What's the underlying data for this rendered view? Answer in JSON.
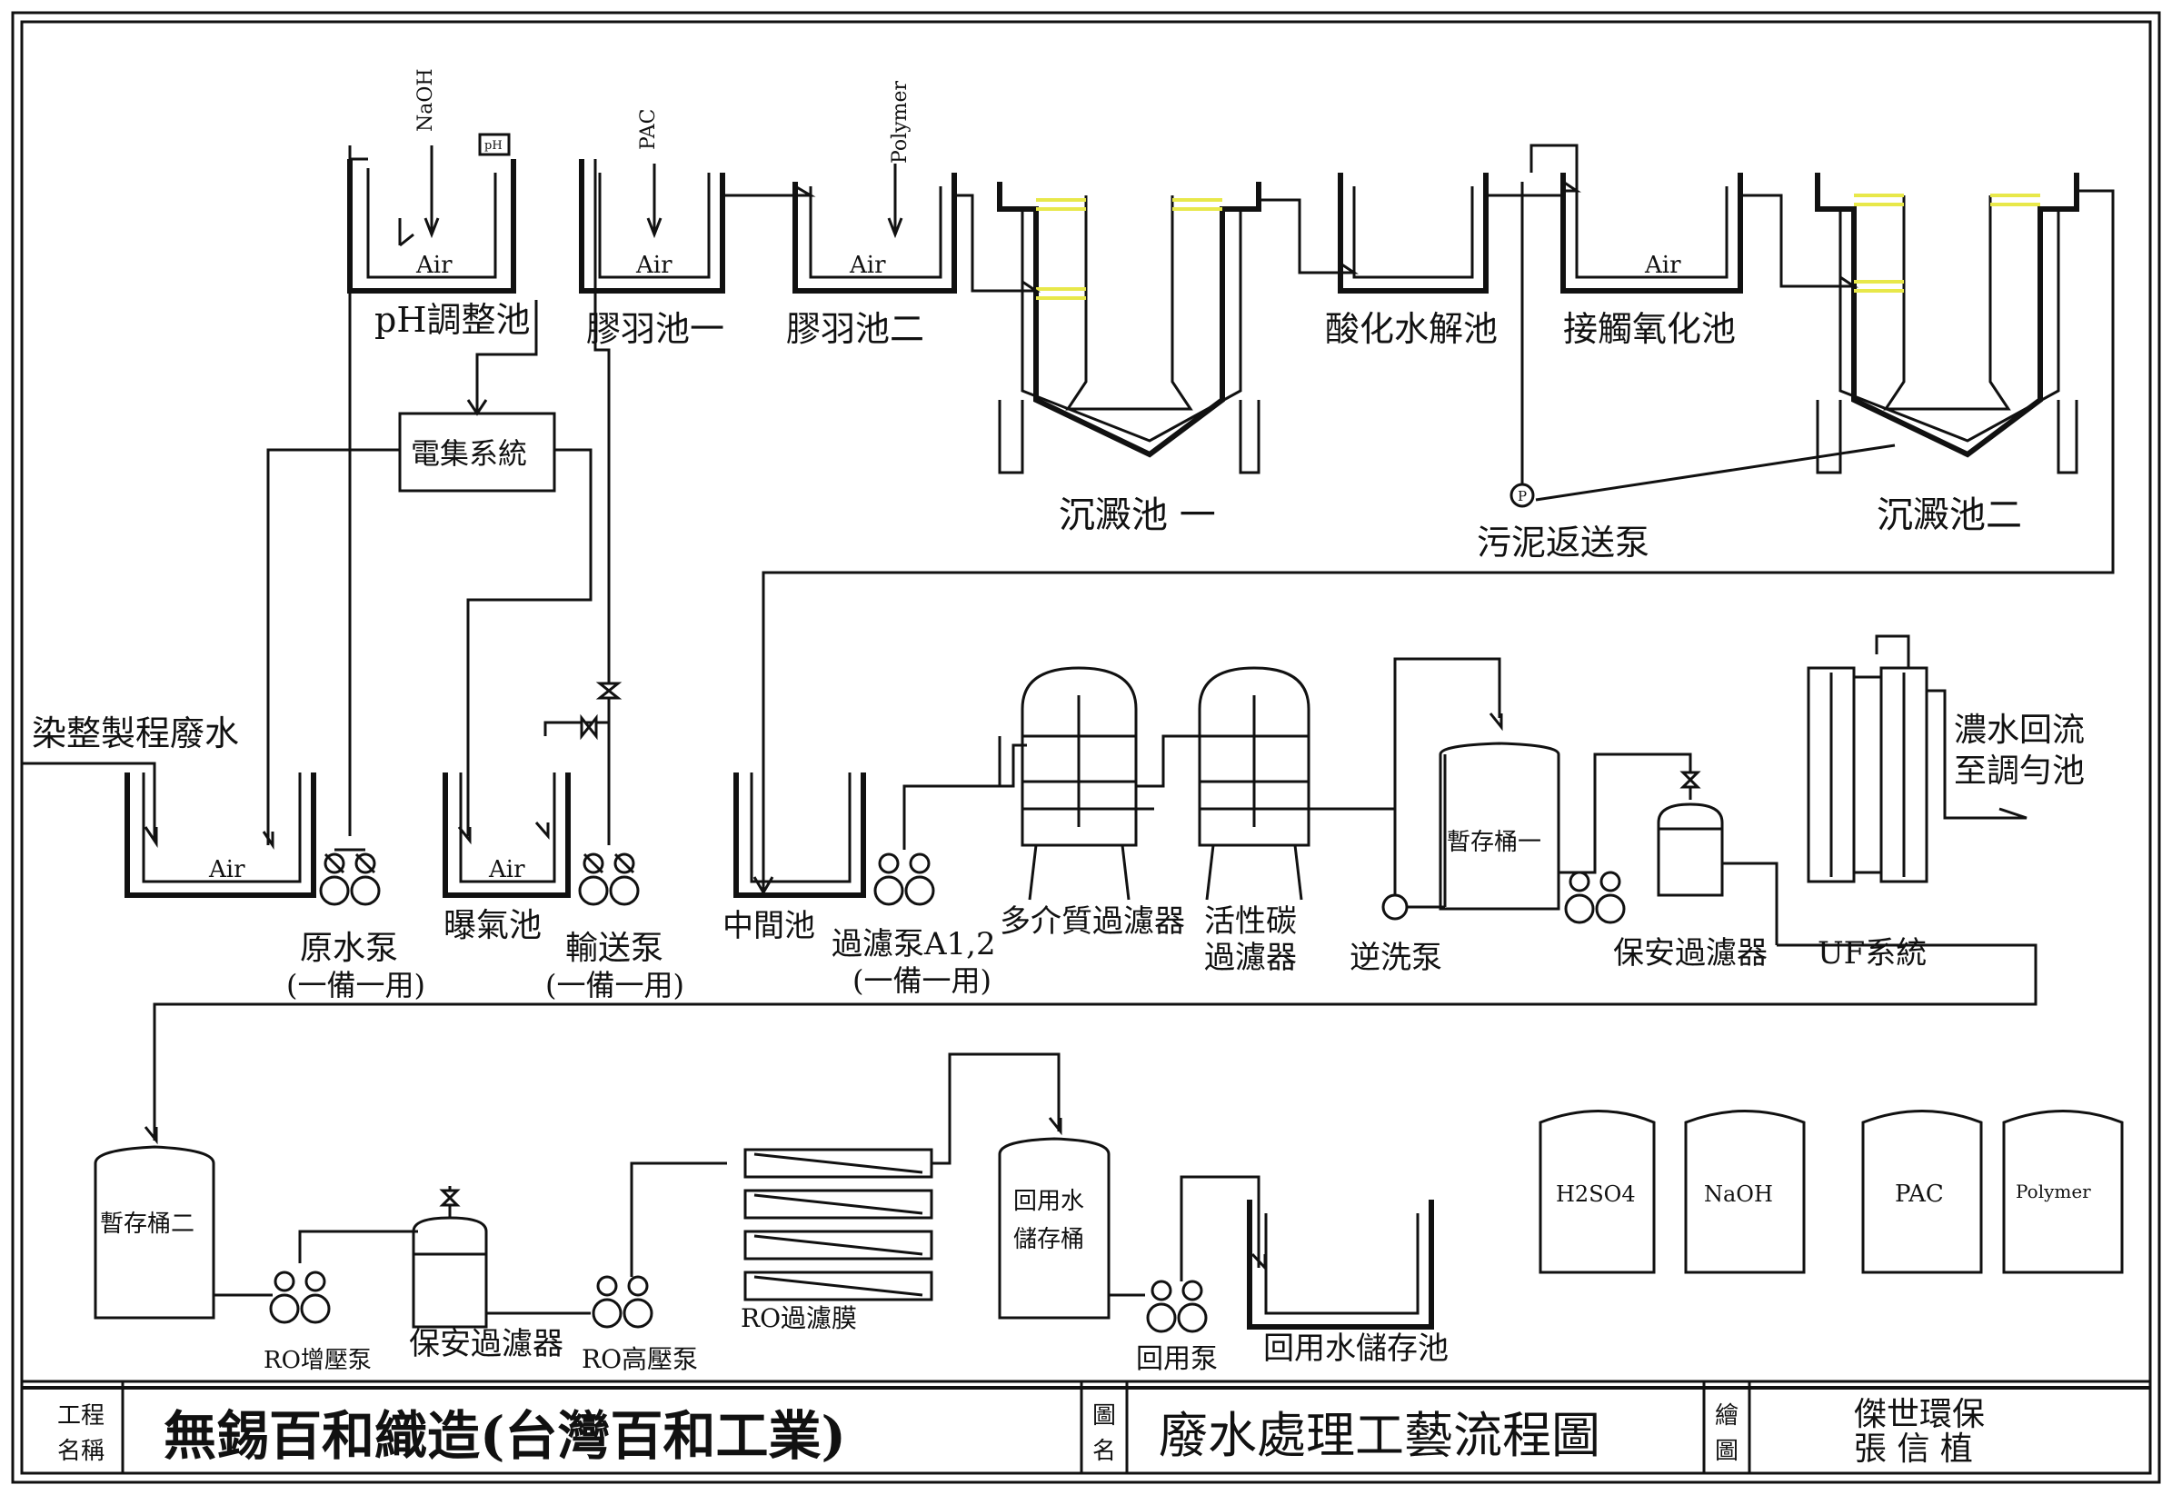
{
  "labels": {
    "ph_tank": "pH調整池",
    "floc1": "膠羽池一",
    "floc2": "膠羽池二",
    "sed1": "沉澱池 一",
    "acid": "酸化水解池",
    "contact": "接觸氧化池",
    "sludge_pump": "污泥返送泵",
    "sed2": "沉澱池二",
    "collect": "電集系統",
    "raw_water": "染整製程廢水",
    "raw_pump": "原水泵",
    "raw_pump_sub": "(一備一用)",
    "aeration": "曝氣池",
    "transfer_pump": "輸送泵",
    "transfer_pump_sub": "(一備一用)",
    "mid_tank": "中間池",
    "filter_pump": "過濾泵A1,2",
    "filter_pump_sub": "(一備一用)",
    "multi_filter": "多介質過濾器",
    "carbon_filter_1": "活性碳",
    "carbon_filter_2": "過濾器",
    "temp_bucket1": "暫存桶一",
    "backwash_pump": "逆洗泵",
    "safety_filter1": "保安過濾器",
    "uf": "UF系統",
    "concentrate_1": "濃水回流",
    "concentrate_2": "至調勻池",
    "temp_bucket2": "暫存桶二",
    "ro_boost": "RO增壓泵",
    "safety_filter2": "保安過濾器",
    "ro_high": "RO高壓泵",
    "ro_membrane": "RO過濾膜",
    "reuse_bucket_1": "回用水",
    "reuse_bucket_2": "儲存桶",
    "reuse_pump": "回用泵",
    "reuse_tank": "回用水儲存池",
    "chem_h2so4": "H2SO4",
    "chem_naoh": "NaOH",
    "chem_pac": "PAC",
    "chem_polymer": "Polymer",
    "dose_naoh": "NaOH",
    "dose_pac": "PAC",
    "dose_polymer": "Polymer",
    "ph_probe": "pH",
    "air": "Air",
    "pump_letter": "P"
  },
  "title_block": {
    "project_label_1": "工程",
    "project_label_2": "名稱",
    "project_name": "無錫百和織造(台灣百和工業)",
    "drawing_label_1": "圖",
    "drawing_label_2": "名",
    "drawing_name": "廢水處理工藝流程圖",
    "drawn_label_1": "繪",
    "drawn_label_2": "圖",
    "drawn_by_1": "傑世環保",
    "drawn_by_2": "張 信 植"
  }
}
